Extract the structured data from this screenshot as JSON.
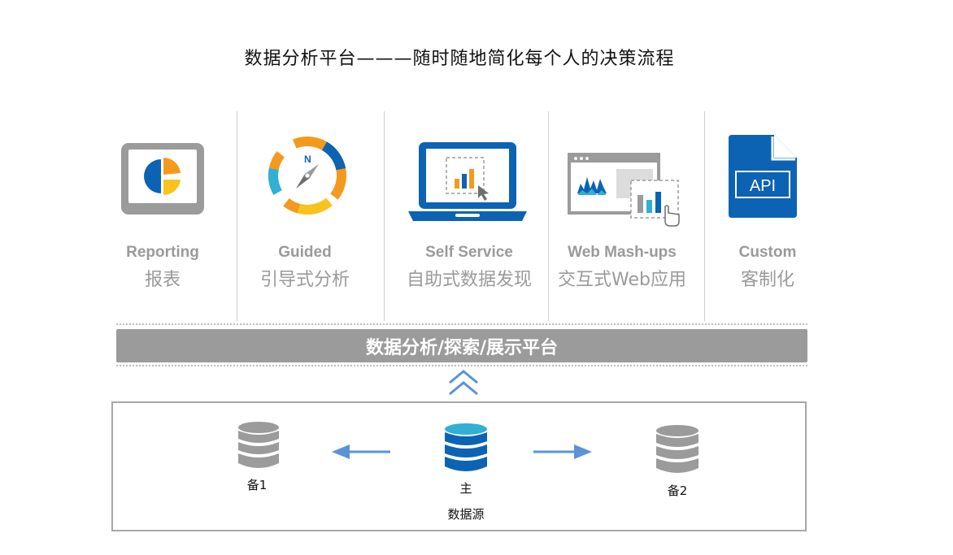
{
  "title": "数据分析平台———随时随地简化每个人的决策流程",
  "features": [
    {
      "en": "Reporting",
      "zh": "报表",
      "icon": "pie-chart-monitor-icon"
    },
    {
      "en": "Guided",
      "zh": "引导式分析",
      "icon": "compass-icon"
    },
    {
      "en": "Self Service",
      "zh": "自助式数据发现",
      "icon": "laptop-chart-icon"
    },
    {
      "en": "Web Mash-ups",
      "zh": "交互式Web应用",
      "icon": "browser-mashup-icon"
    },
    {
      "en": "Custom",
      "zh": "客制化",
      "icon": "api-document-icon"
    }
  ],
  "platform_label": "数据分析/探索/展示平台",
  "data_source": {
    "label": "数据源",
    "primary": "主",
    "backup1": "备1",
    "backup2": "备2"
  },
  "colors": {
    "blue": "#0c63b4",
    "orange": "#f39a1e",
    "yellow": "#f7c31c",
    "cyan": "#2fb0d4",
    "gray": "#9b9b9c",
    "arrow_blue": "#5a93d6"
  }
}
